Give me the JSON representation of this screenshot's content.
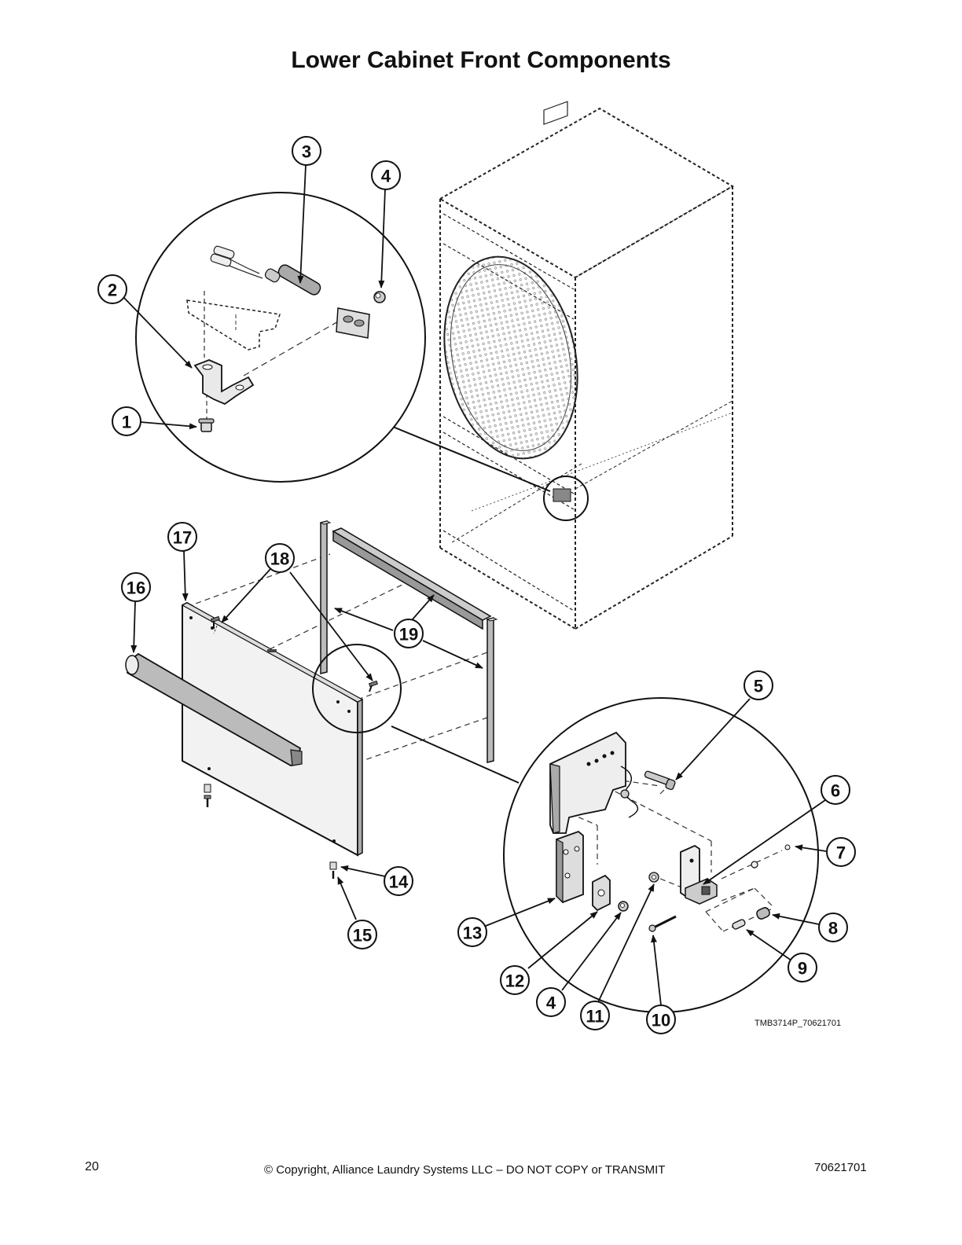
{
  "title": "Lower Cabinet Front Components",
  "diagram": {
    "drawing_id": "TMB3714P_70621701",
    "callouts": {
      "c1": "1",
      "c2": "2",
      "c3": "3",
      "c4a": "4",
      "c5": "5",
      "c6": "6",
      "c7": "7",
      "c8": "8",
      "c9": "9",
      "c10": "10",
      "c11": "11",
      "c12": "12",
      "c13": "13",
      "c4b": "4",
      "c14": "14",
      "c15": "15",
      "c16": "16",
      "c17": "17",
      "c18": "18",
      "c19": "19"
    }
  },
  "footer": {
    "page_number": "20",
    "copyright": "© Copyright, Alliance Laundry Systems LLC – DO NOT COPY or TRANSMIT",
    "doc_number": "70621701"
  }
}
